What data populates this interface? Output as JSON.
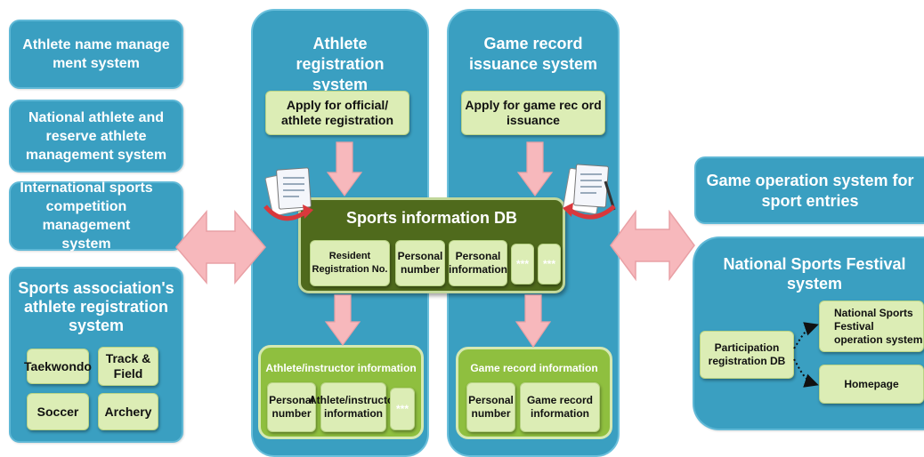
{
  "left_systems": {
    "name_mgmt": "Athlete name manage ment system",
    "national_athlete": "National athlete and reserve athlete management system",
    "international": "International sports competition management system",
    "association": {
      "title": "Sports association's athlete registration system",
      "sports": [
        "Taekwondo",
        "Track & Field",
        "Soccer",
        "Archery"
      ]
    }
  },
  "athlete_registration": {
    "title": "Athlete registration system",
    "apply": "Apply for official/ athlete registration",
    "info_title": "Athlete/instructor information",
    "info_items": [
      "Personal number",
      "Athlete/instructor information",
      "***"
    ]
  },
  "game_record": {
    "title": "Game record issuance system",
    "apply": "Apply for game rec ord issuance",
    "info_title": "Game record information",
    "info_items": [
      "Personal number",
      "Game record information"
    ]
  },
  "sports_db": {
    "title": "Sports information DB",
    "fields": [
      "Resident Registration No.",
      "Personal number",
      "Personal information",
      "***",
      "***"
    ]
  },
  "right_systems": {
    "game_operation": "Game operation system for sport entries",
    "festival": {
      "title": "National Sports Festival system",
      "participation": "Participation registration DB",
      "operation": "National Sports Festival operation system",
      "homepage": "Homepage"
    }
  },
  "colors": {
    "system_blue": "#3a9fc1",
    "light_green": "#dcedb5",
    "green_panel": "#8fbf3f",
    "dark_green_db": "#4f6a1c",
    "arrow_pink": "#f7b8bc"
  }
}
